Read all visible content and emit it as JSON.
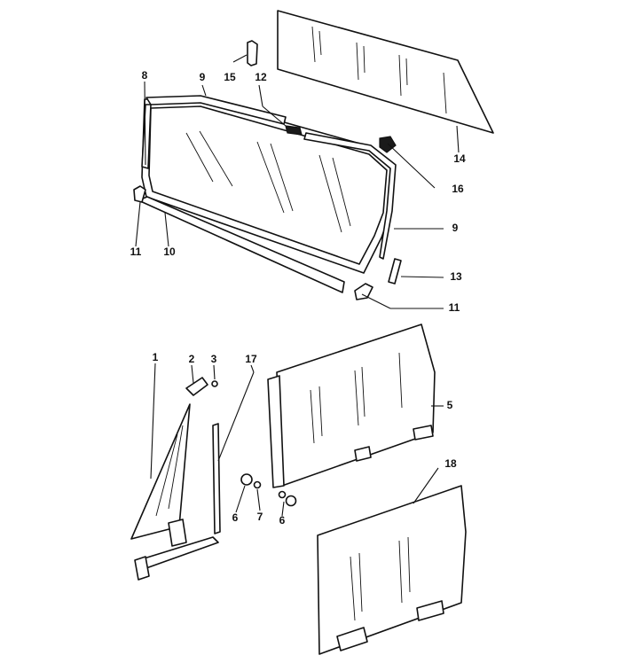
{
  "callouts": {
    "c1": "1",
    "c2": "2",
    "c3": "3",
    "c5": "5",
    "c6a": "6",
    "c6b": "6",
    "c7": "7",
    "c8": "8",
    "c9a": "9",
    "c9b": "9",
    "c10": "10",
    "c11a": "11",
    "c11b": "11",
    "c12": "12",
    "c13": "13",
    "c14": "14",
    "c15": "15",
    "c16": "16",
    "c17": "17",
    "c18": "18"
  }
}
